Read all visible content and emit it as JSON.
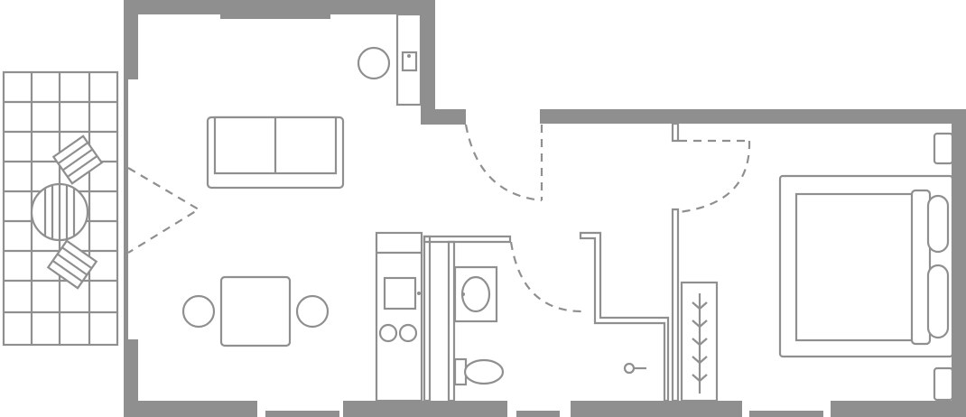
{
  "plan": {
    "colors": {
      "wall": "#8f8f8f",
      "background": "#ffffff"
    },
    "rooms": [
      "balcony",
      "living-room",
      "kitchen",
      "bathroom",
      "hallway",
      "bedroom"
    ],
    "furniture": [
      "sofa",
      "dining-table",
      "dining-chair",
      "dining-chair",
      "armchair",
      "sink-counter",
      "kitchen-counter",
      "cooktop",
      "bathroom-sink",
      "toilet",
      "shower-drain",
      "wardrobe",
      "double-bed",
      "pillow",
      "pillow",
      "nightstand",
      "nightstand",
      "balcony-table",
      "balcony-lounger",
      "balcony-lounger"
    ],
    "doors": [
      "balcony-door",
      "entrance-door",
      "bathroom-door",
      "bedroom-door"
    ]
  }
}
